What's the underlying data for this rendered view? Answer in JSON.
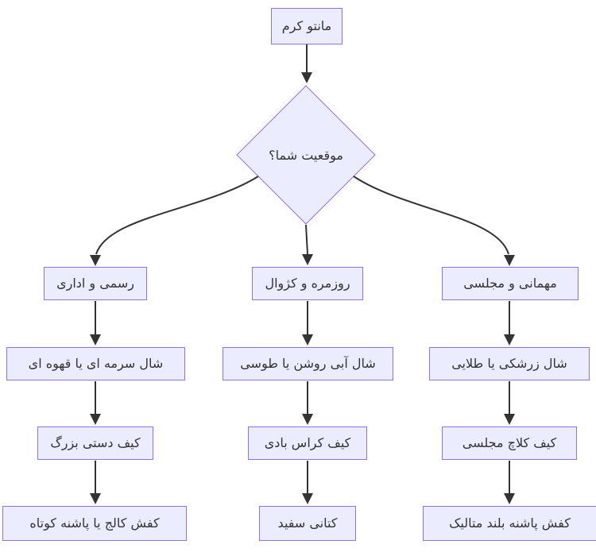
{
  "diagram": {
    "type": "flowchart",
    "direction": "top-down",
    "root": {
      "label": "مانتو کرم"
    },
    "decision": {
      "label": "موقعیت شما؟"
    },
    "branches": [
      {
        "condition": "رسمی و اداری",
        "steps": [
          "شال سرمه ای یا قهوه ای",
          "کیف دستی بزرگ",
          "کفش کالج یا پاشنه کوتاه"
        ]
      },
      {
        "condition": "روزمره و کژوال",
        "steps": [
          "شال آبی روشن یا طوسی",
          "کیف کراس بادی",
          "کتانی سفید"
        ]
      },
      {
        "condition": "مهمانی و مجلسی",
        "steps": [
          "شال زرشکی یا طلایی",
          "کیف کلاچ مجلسی",
          "کفش پاشنه بلند متالیک"
        ]
      }
    ],
    "colors": {
      "node_fill": "#ECECFF",
      "node_border": "#9370DB",
      "edge": "#333333",
      "text": "#333333",
      "background": "#FFFFFF"
    }
  }
}
